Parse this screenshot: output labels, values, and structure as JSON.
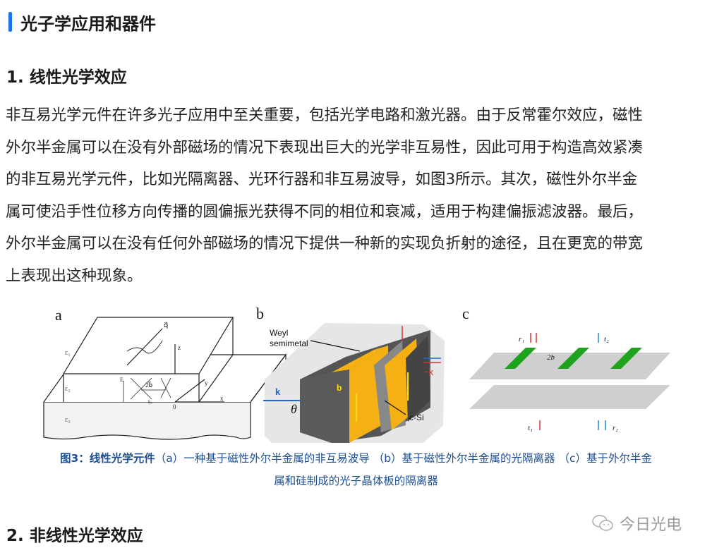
{
  "section_title": "光子学应用和器件",
  "subsection1": "1. 线性光学效应",
  "paragraph_lines": [
    "非互易光学元件在许多光子应用中至关重要，包括光学电路和激光器。由于反常霍尔效应，磁性",
    "外尔半金属可以在没有外部磁场的情况下表现出巨大的光学非互易性，因此可用于构造高效紧凑",
    "的非互易光学元件，比如光隔离器、光环行器和非互易波导，如图3所示。其次，磁性外尔半金",
    "属可使沿手性位移方向传播的圆偏振光获得不同的相位和衰减，适用于构建偏振滤波器。最后，",
    "外尔半金属可以在没有任何外部磁场的情况下提供一种新的实现负折射的途径，且在更宽的带宽",
    "上表现出这种现象。"
  ],
  "figure": {
    "a": {
      "label": "a",
      "eps1": "ε₁",
      "eps2": "ε₂",
      "eps3": "ε₃",
      "q": "q⃗",
      "z": "z",
      "y": "y",
      "x": "x",
      "origin": "0",
      "E": "E",
      "b2": "2b⃗",
      "kx": "kₓ"
    },
    "b": {
      "label": "b",
      "weyl": "Weyl",
      "semimetal": "semimetal",
      "k": "k",
      "minus_k": "−k",
      "b": "b",
      "theta": "θ",
      "csi": "c-Si"
    },
    "c": {
      "label": "c",
      "r1": "r₁",
      "t2_top": "t₂",
      "b2": "2b",
      "t1": "t₁",
      "r2": "r₂"
    }
  },
  "caption": {
    "prefix": "图3：线性光学元件",
    "line1_rest": "（a）一种基于磁性外尔半金属的非互易波导 （b）基于磁性外尔半金属的光隔离器 （c）基于外尔半金",
    "line2": "属和硅制成的光子晶体板的隔离器"
  },
  "subsection2": "2. 非线性光学效应",
  "watermark": "今日光电",
  "colors": {
    "accent": "#1a73e8",
    "caption": "#1d4f91",
    "yellow": "#f5b114",
    "green": "#1fa31f",
    "blue_arrow": "#1a66d6",
    "red_arrow": "#e03030"
  }
}
